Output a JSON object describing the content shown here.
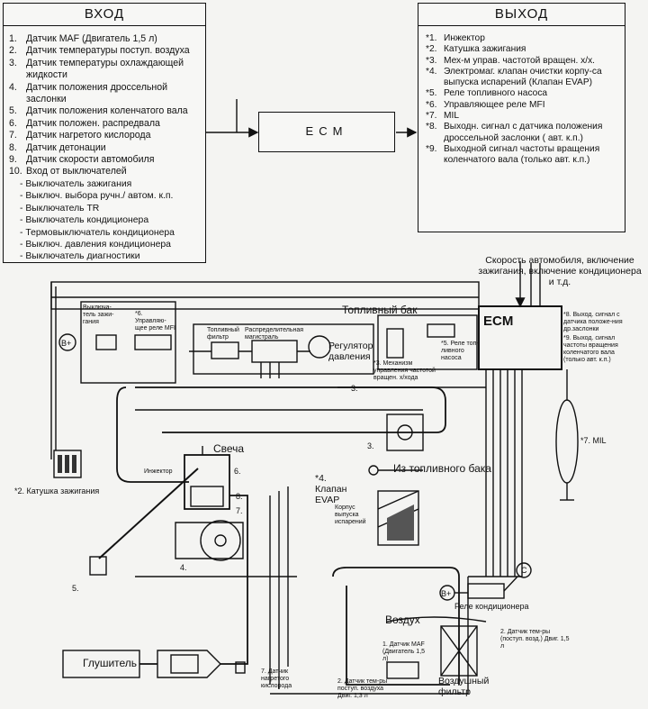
{
  "inputs": {
    "title": "ВХОД",
    "items": [
      {
        "num": "1.",
        "text": "Датчик MAF (Двигатель 1,5 л)"
      },
      {
        "num": "2.",
        "text": "Датчик температуры поступ. воздуха"
      },
      {
        "num": "3.",
        "text": "Датчик температуры охлаждающей жидкости"
      },
      {
        "num": "4.",
        "text": "Датчик положения дроссельной заслонки"
      },
      {
        "num": "5.",
        "text": "Датчик положения коленчатого вала"
      },
      {
        "num": "6.",
        "text": "Датчик положен. распредвала"
      },
      {
        "num": "7.",
        "text": "Датчик нагретого кислорода"
      },
      {
        "num": "8.",
        "text": "Датчик детонации"
      },
      {
        "num": "9.",
        "text": "Датчик скорости автомобиля"
      },
      {
        "num": "10.",
        "text": "Вход от выключателей"
      }
    ],
    "switches": [
      "- Выключатель зажигания",
      "- Выключ. выбора ручн./ автом. к.п.",
      "- Выключатель TR",
      "- Выключатель кондиционера",
      "- Термовыключатель кондиционера",
      "- Выключ. давления кондиционера",
      "- Выключатель диагностики"
    ]
  },
  "ecm": {
    "label": "ECM"
  },
  "outputs": {
    "title": "ВЫХОД",
    "items": [
      {
        "num": "*1.",
        "text": "Инжектор"
      },
      {
        "num": "*2.",
        "text": "Катушка зажигания"
      },
      {
        "num": "*3.",
        "text": "Мех-м управ. частотой вращен. х/х."
      },
      {
        "num": "*4.",
        "text": "Электромаг. клапан очистки корпу-са выпуска испарений (Клапан EVAP)"
      },
      {
        "num": "*5.",
        "text": "Реле топливного насоса"
      },
      {
        "num": "*6.",
        "text": "Управляющее реле MFI"
      },
      {
        "num": "*7.",
        "text": "MIL"
      },
      {
        "num": "*8.",
        "text": "Выходн. сигнал с датчика положения дроссельной заслонки ( авт. к.п.)"
      },
      {
        "num": "*9.",
        "text": "Выходной сигнал частоты вращения коленчатого вала (только авт. к.п.)"
      }
    ]
  },
  "diagram": {
    "labels": {
      "speed_info": "Скорость автомобиля, включение зажигания, включение кондиционера и т.д.",
      "ecm": "ECM",
      "fuel_tank": "Топливный бак",
      "ignition_switch": "Выключа-тель зажи-гания",
      "mfi_relay": "*6. Управляю-щее реле MFI",
      "fuel_filter": "Топливный фильтр",
      "distributor_line": "Распределительная магистраль",
      "pressure_regulator": "Регулятор давления",
      "fuel_pump_relay": "*5. Реле топ-ливного насоса",
      "idle_control": "*3. Механизм управления частотой вращен. х/хода",
      "ecm_out8": "*8. Выход. сигнал с датчика положе-ния др.заслонки",
      "ecm_out9": "*9. Выход. сигнал частоты вращения коленчатого вала (только авт. к.п.)",
      "mil": "*7. MIL",
      "spark_plug": "Свеча",
      "injector": "Инжектор",
      "ignition_coil": "*2. Катушка зажигания",
      "evap_valve": "*4. Клапан EVAP",
      "from_tank": "Из топливного бака",
      "evap_canister": "Корпус выпуска испарений",
      "ac_relay": "Реле кондиционера",
      "air": "Воздух",
      "maf_sensor": "1. Датчик MAF (Двигатель 1,5 л)",
      "iat_sensor_15": "2. Датчик тем-ры (поступ. возд.) Двиг. 1,5 л",
      "air_filter": "Воздушный фильтр",
      "iat_sensor_13": "2. Датчик тем-ры поступ. воздуха Двиг. 1,3 л",
      "muffler": "Глушитель",
      "o2_sensor": "7. Датчик нагретого кислорода",
      "b_plus_1": "B+",
      "b_plus_2": "B+",
      "c_mark": "C",
      "n3": "3.",
      "n4": "4.",
      "n5": "5.",
      "n6": "6.",
      "n7": "7.",
      "n8": "8.",
      "n3b": "3."
    }
  }
}
